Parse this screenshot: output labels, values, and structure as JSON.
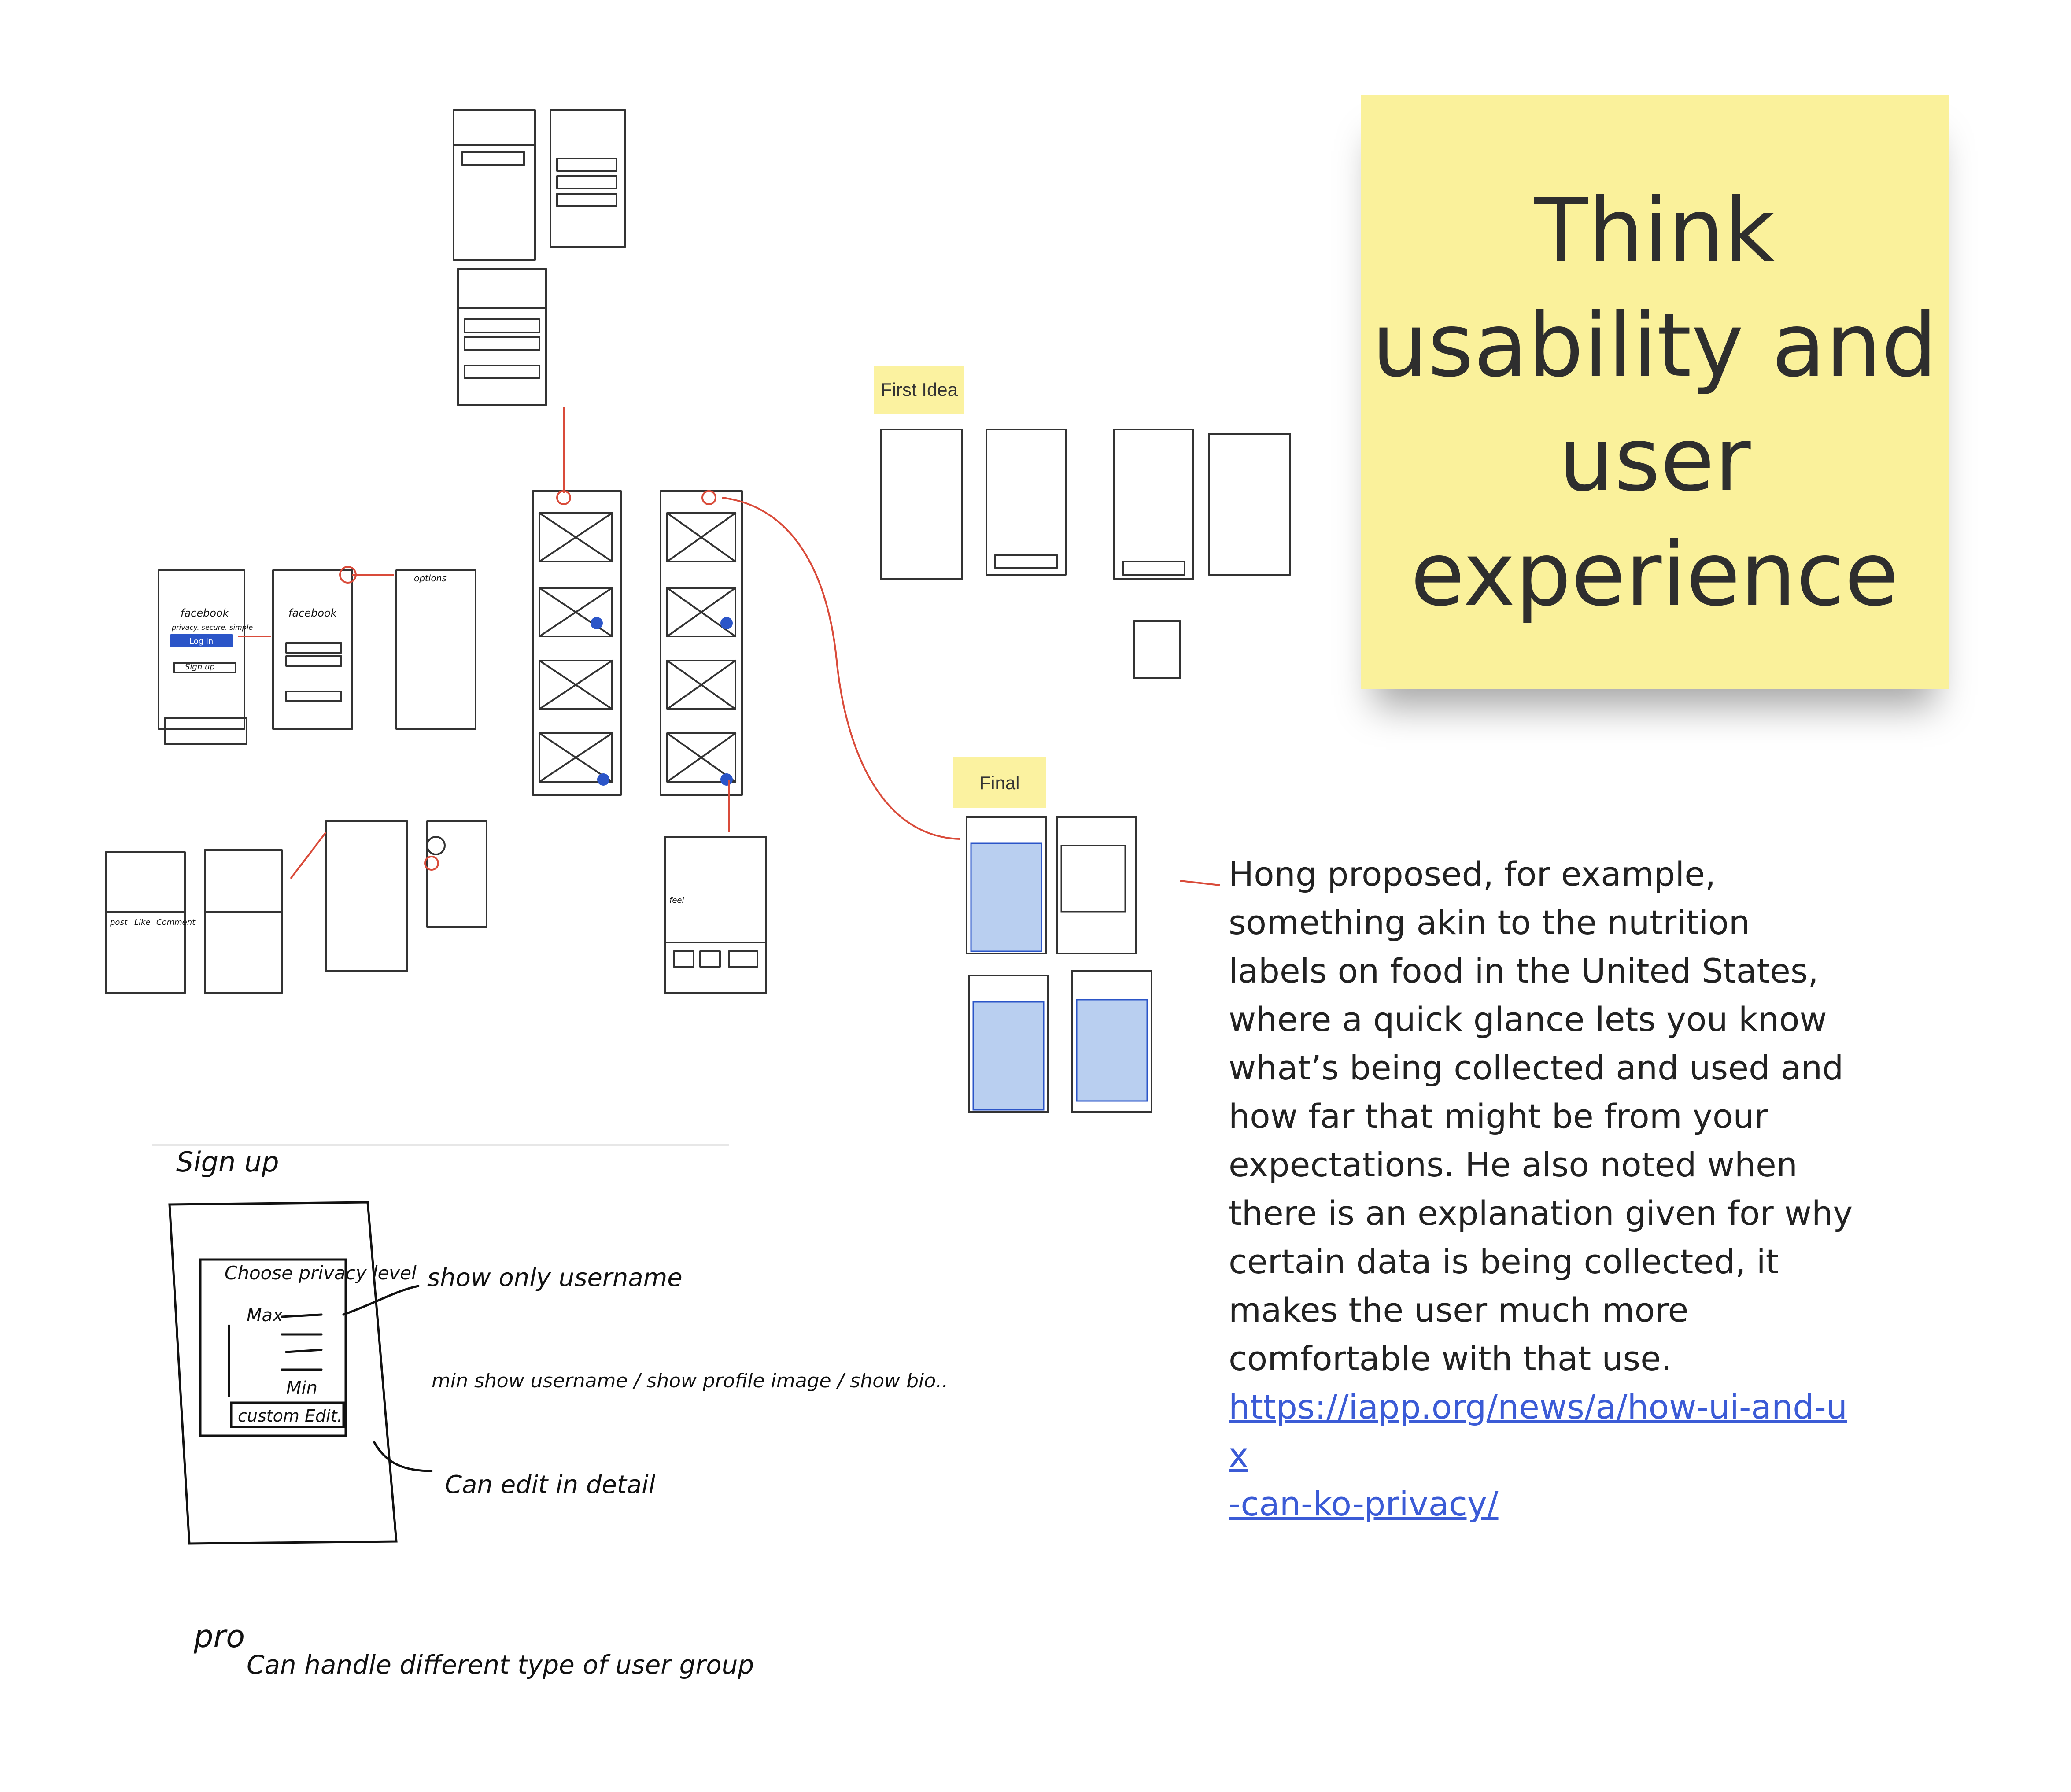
{
  "sticky_note": {
    "lines": [
      "Think",
      "usability and",
      "user",
      "experience"
    ],
    "color": "#faf19b"
  },
  "labels": {
    "first_idea": "First Idea",
    "final": "Final"
  },
  "quote": {
    "text": "Hong proposed, for example, something akin to the nutrition labels on food in the United States, where a quick glance lets you know what’s being collected and used and how far that might be from your expectations. He also noted when there is an explanation given for why certain data is being collected, it makes the user much more comfortable with that use.",
    "link_line1": "https://iapp.org/news/a/how-ui-and-ux",
    "link_line2": "-can-ko-privacy/"
  },
  "sketch_notes": {
    "sign_up_title": "Sign up",
    "choose_privacy": "Choose privacy level",
    "max": "Max",
    "min": "Min",
    "custom_edit": "custom Edit.",
    "show_only_username": "show only username",
    "min_show": "min  show username / show profile image / show bio..",
    "can_edit_detail": "Can edit in detail",
    "pro": "pro",
    "can_handle": "Can handle different type of user group",
    "facebook": "facebook",
    "tagline": "privacy. secure. simple",
    "log_in": "Log in",
    "sign_up": "Sign up",
    "options": "options",
    "post": "post",
    "like": "Like",
    "comment": "Comment",
    "feel": "feel"
  },
  "colors": {
    "accent_red": "#d94b3a",
    "sketch_blue": "#b9cff0",
    "sketch_dark_blue": "#2b55c8",
    "link_blue": "#3b5bd6"
  }
}
